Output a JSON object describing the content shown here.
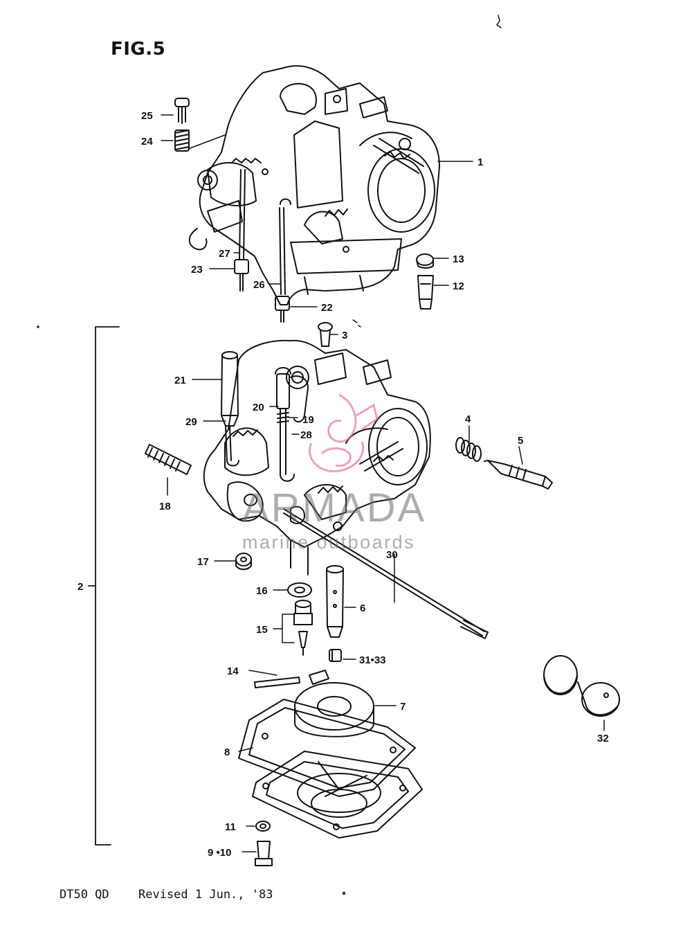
{
  "figure": {
    "title": "FIG.5"
  },
  "footer": {
    "model": "DT50 QD",
    "revision": "Revised 1 Jun., '83"
  },
  "watermark": {
    "brand": "ARMADA",
    "subtitle": "marine outboards",
    "accent_color": "#e0609a"
  },
  "callouts": {
    "c1": "1",
    "c2": "2",
    "c3": "3",
    "c4": "4",
    "c5": "5",
    "c6": "6",
    "c7": "7",
    "c8": "8",
    "c9_10": "9 •10",
    "c11": "11",
    "c12": "12",
    "c13": "13",
    "c14": "14",
    "c15": "15",
    "c16": "16",
    "c17": "17",
    "c18": "18",
    "c19": "19",
    "c20": "20",
    "c21": "21",
    "c22": "22",
    "c23": "23",
    "c24": "24",
    "c25": "25",
    "c26": "26",
    "c27": "27",
    "c28": "28",
    "c29": "29",
    "c30": "30",
    "c31_33": "31•33",
    "c32": "32"
  }
}
